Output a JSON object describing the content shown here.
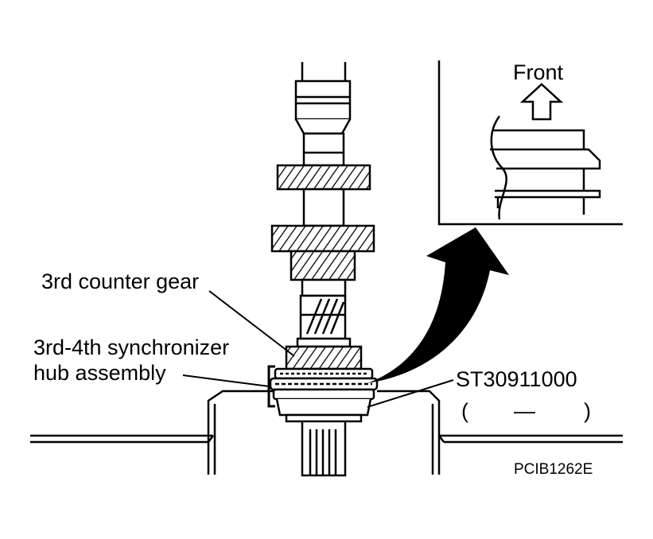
{
  "labels": {
    "front": "Front",
    "counter_gear": "3rd counter gear",
    "sync_line1": "3rd-4th synchronizer",
    "sync_line2": "hub assembly",
    "tool_number": "ST30911000",
    "tool_paren_open": "(",
    "tool_dash": "—",
    "tool_paren_close": ")",
    "figure_code": "PCIB1262E"
  },
  "colors": {
    "ink": "#000000",
    "paper": "#ffffff"
  }
}
